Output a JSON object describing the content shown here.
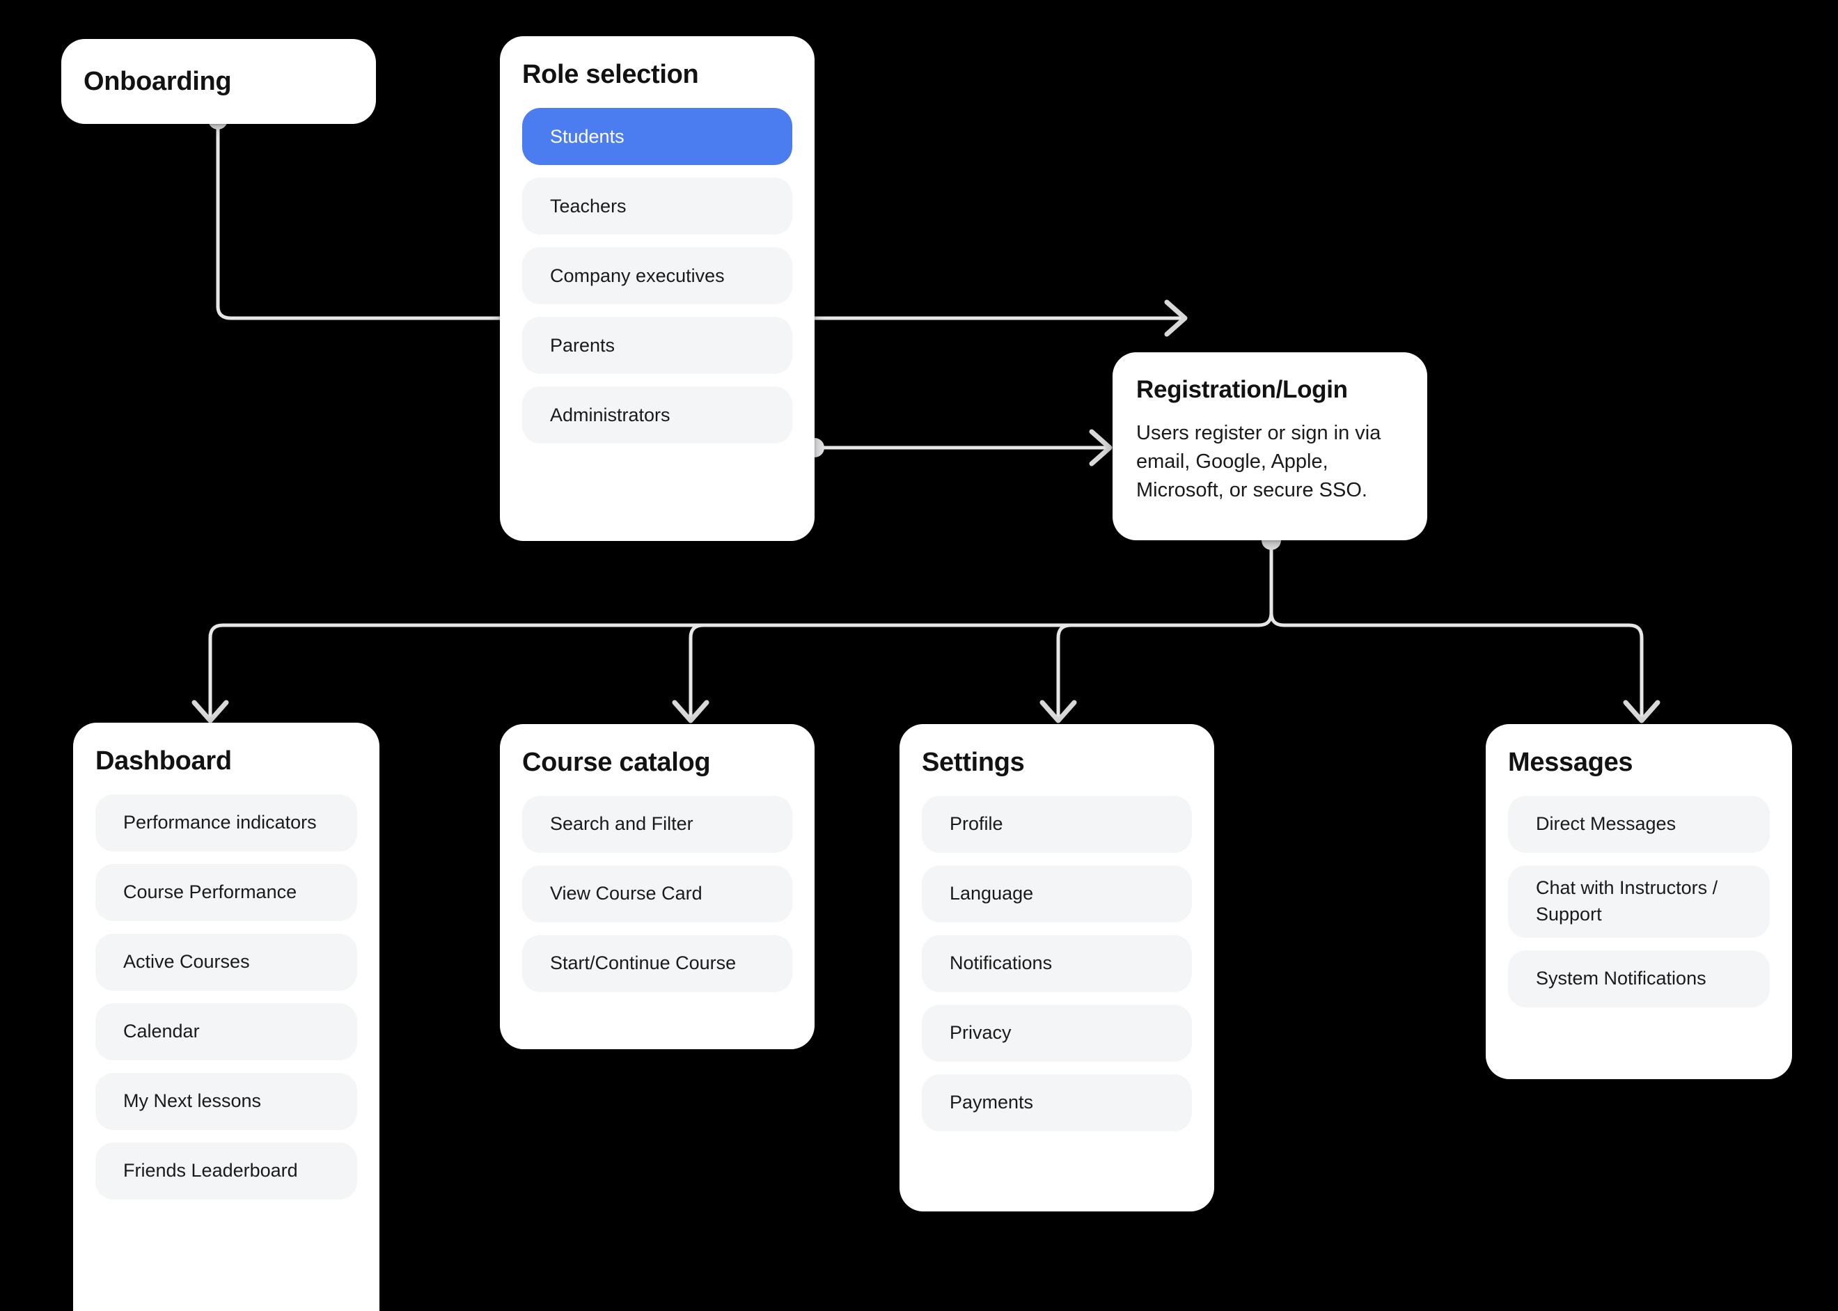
{
  "diagram": {
    "background_color": "#000000",
    "card_color": "#FFFFFF",
    "row_color": "#F4F5F7",
    "accent_color": "#4C7DF0",
    "connector_color": "#E7E7E7"
  },
  "nodes": {
    "onboarding": {
      "title": "Onboarding",
      "items": []
    },
    "role_selection": {
      "title": "Role selection",
      "items": [
        {
          "label": "Students",
          "selected": true
        },
        {
          "label": "Teachers",
          "selected": false
        },
        {
          "label": "Company executives",
          "selected": false
        },
        {
          "label": "Parents",
          "selected": false
        },
        {
          "label": "Administrators",
          "selected": false
        }
      ]
    },
    "registration_login": {
      "title": "Registration/Login",
      "body": "Users register or sign in via email, Google, Apple, Microsoft, or secure SSO."
    },
    "dashboard": {
      "title": "Dashboard",
      "items": [
        {
          "label": "Performance indicators"
        },
        {
          "label": "Course Performance"
        },
        {
          "label": "Active Courses"
        },
        {
          "label": "Calendar"
        },
        {
          "label": "My Next lessons"
        },
        {
          "label": "Friends Leaderboard"
        }
      ]
    },
    "course_catalog": {
      "title": "Course catalog",
      "items": [
        {
          "label": "Search and Filter"
        },
        {
          "label": "View Course Card"
        },
        {
          "label": "Start/Continue Course"
        }
      ]
    },
    "settings": {
      "title": "Settings",
      "items": [
        {
          "label": "Profile"
        },
        {
          "label": "Language"
        },
        {
          "label": "Notifications"
        },
        {
          "label": "Privacy"
        },
        {
          "label": "Payments"
        }
      ]
    },
    "messages": {
      "title": "Messages",
      "items": [
        {
          "label": "Direct Messages"
        },
        {
          "label": "Chat with Instructors / Support"
        },
        {
          "label": "System Notifications"
        }
      ]
    }
  },
  "edges": [
    {
      "from": "onboarding",
      "to": "role_selection",
      "arrow": "right"
    },
    {
      "from": "role_selection",
      "to": "registration_login",
      "arrow": "right"
    },
    {
      "from": "registration_login",
      "to": "dashboard",
      "arrow": "down"
    },
    {
      "from": "registration_login",
      "to": "course_catalog",
      "arrow": "down"
    },
    {
      "from": "registration_login",
      "to": "settings",
      "arrow": "down"
    },
    {
      "from": "registration_login",
      "to": "messages",
      "arrow": "down"
    }
  ]
}
